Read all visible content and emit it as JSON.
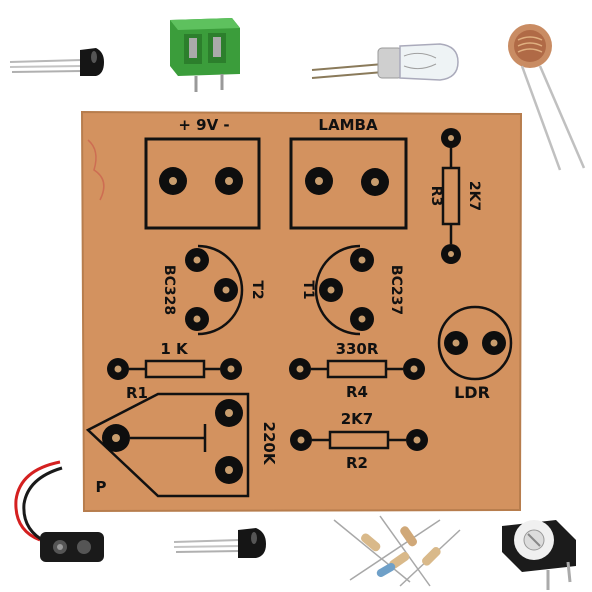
{
  "colors": {
    "board": "#d2935f",
    "board_edge": "#b97c4a",
    "silkscreen": "#111111",
    "pad": "#0e0e0e",
    "terminal_block": "#3a9a3a",
    "resistor_body": "#d8b98a",
    "trimpot_base": "#1b1b1b"
  },
  "components_icons": [
    "transistor-icon",
    "terminal-block-icon",
    "lamp-icon",
    "ldr-icon",
    "battery-clip-icon",
    "transistor-icon",
    "resistors-icon",
    "trimpot-icon"
  ],
  "pcb": {
    "supply_label": "+ 9V -",
    "lamp_label": "LAMBA",
    "r3_value": "2K7",
    "r3_ref": "R3",
    "t2_part": "BC328",
    "t2_ref": "T2",
    "t1_part": "BC237",
    "t1_ref": "T1",
    "r1_value": "1 K",
    "r1_ref": "R1",
    "r4_value": "330R",
    "r4_ref": "R4",
    "ldr_label": "LDR",
    "p_value": "220K",
    "p_ref": "P",
    "r2_value": "2K7",
    "r2_ref": "R2"
  }
}
